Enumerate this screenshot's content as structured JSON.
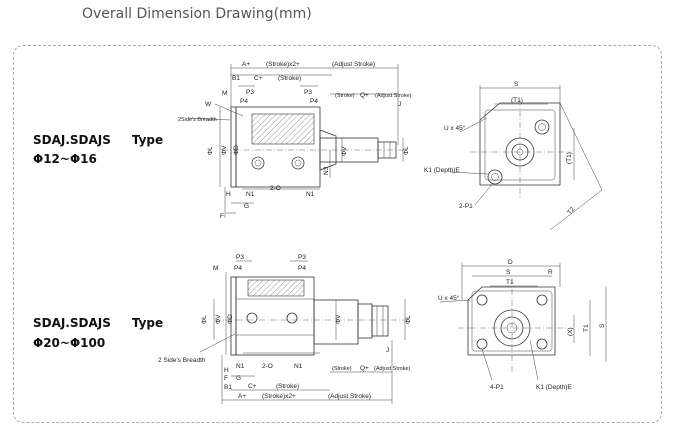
{
  "title": "Overall Dimension Drawing(mm)",
  "top": {
    "series_label": "SDAJ.SDAJS",
    "type_label": "Type",
    "range_label": "Φ12~Φ16",
    "dims": {
      "a": "A+",
      "strokex2": "(Stroke)x2+",
      "adjust_stroke": "(Adjust Stroke)",
      "b1": "B1",
      "c": "C+",
      "stroke": "(Stroke)",
      "m": "M",
      "p3": "P3",
      "p4": "P4",
      "w": "W",
      "breadth": "2Side's Breadth",
      "stroke2": "(Stroke)",
      "q": "Q+",
      "adjust_stroke2": "(Adjust Stroke)",
      "j": "J",
      "phi_l": "ΦL",
      "phi_v": "ΦV",
      "phi_d": "ΦD",
      "phi_l2": "ΦL",
      "phi_v2": "ΦV",
      "n3": "N3",
      "n1": "N1",
      "n1b": "N1",
      "two_o": "2-O",
      "h": "H",
      "g": "G",
      "f": "F"
    },
    "end": {
      "s": "S",
      "t1": "(T1)",
      "u45": "U x 45°",
      "t1v": "(T1)",
      "k1": "K1  (Depth)E",
      "two_p1": "2-P1",
      "t2": "T2"
    }
  },
  "bottom": {
    "series_label": "SDAJ.SDAJS",
    "type_label": "Type",
    "range_label": "Φ20~Φ100",
    "dims": {
      "m": "M",
      "p4": "P4",
      "p3": "P3",
      "p4b": "P4",
      "phi_l": "ΦL",
      "phi_v": "ΦV",
      "phi_d": "ΦD",
      "phi_v2": "ΦV",
      "phi_l2": "ΦL",
      "breadth": "2 Side's Breadth",
      "two_o": "2-O",
      "n1": "N1",
      "n1b": "N1",
      "f": "F",
      "g": "G",
      "h": "H",
      "b1": "B1",
      "c": "C+",
      "stroke": "(Stroke)",
      "a": "A+",
      "strokex2": "(Stroke)x2+",
      "adjust_stroke": "(Adjust Stroke)",
      "stroke2": "(Stroke)",
      "q": "Q+",
      "adjust_stroke2": "(Adjust Stroke)",
      "j": "J"
    },
    "end": {
      "d": "D",
      "s": "S",
      "r": "R",
      "t1": "T1",
      "u45": "U x 45°",
      "x": "(X)",
      "t1v": "T1",
      "sv": "S",
      "four_p1": "4-P1",
      "k1": "K1  (Depth)E"
    }
  }
}
